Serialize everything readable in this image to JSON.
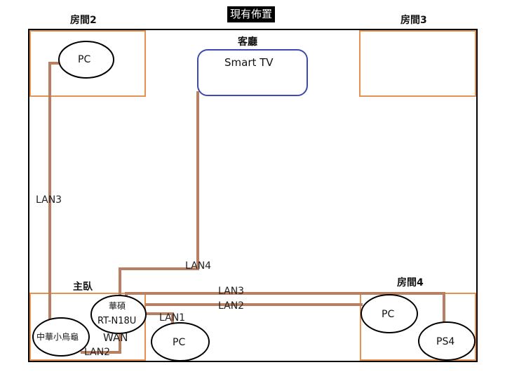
{
  "title": "現有佈置",
  "colors": {
    "outer_wall": "#000000",
    "room_border": "#e8914f",
    "cable": "#b87f62",
    "device_outline": "#000000",
    "tv_outline": "#3f48b8",
    "title_bg": "#000000",
    "title_text": "#ffffff"
  },
  "rooms": {
    "room2": "房間2",
    "room3": "房間3",
    "living": "客廳",
    "master": "主臥",
    "room4": "房間4"
  },
  "devices": {
    "room2_pc": "PC",
    "smart_tv": "Smart TV",
    "router_brand": "華碩",
    "router_model": "RT-N18U",
    "modem": "中華小烏龜",
    "master_pc": "PC",
    "room4_pc": "PC",
    "ps4": "PS4"
  },
  "cables": {
    "lan3_vertical": "LAN3",
    "lan4": "LAN4",
    "lan3_horizontal": "LAN3",
    "lan2_horizontal": "LAN2",
    "lan1": "LAN1",
    "wan": "WAN",
    "lan2_modem": "LAN2"
  }
}
